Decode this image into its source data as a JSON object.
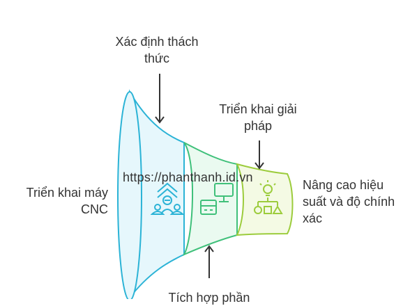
{
  "labels": {
    "challenge": "Xác định thách thức",
    "solution": "Triển khai giải pháp",
    "deploy": "Triển khai máy CNC",
    "improve": "Nâng cao hiệu suất và độ chính xác",
    "integrate": "Tích hợp phần"
  },
  "watermark": "https://phanthanh.id.vn",
  "colors": {
    "blue_stroke": "#2bb3d6",
    "blue_fill": "#e6f7fc",
    "green_stroke": "#3fc07a",
    "green_fill": "#eafaf0",
    "lime_stroke": "#9ccc3c",
    "lime_fill": "#f4fae4",
    "arrow": "#333333"
  },
  "icons": {
    "segment1": "people-network-icon",
    "segment2": "computer-machine-icon",
    "segment3": "lightbulb-shapes-icon"
  }
}
